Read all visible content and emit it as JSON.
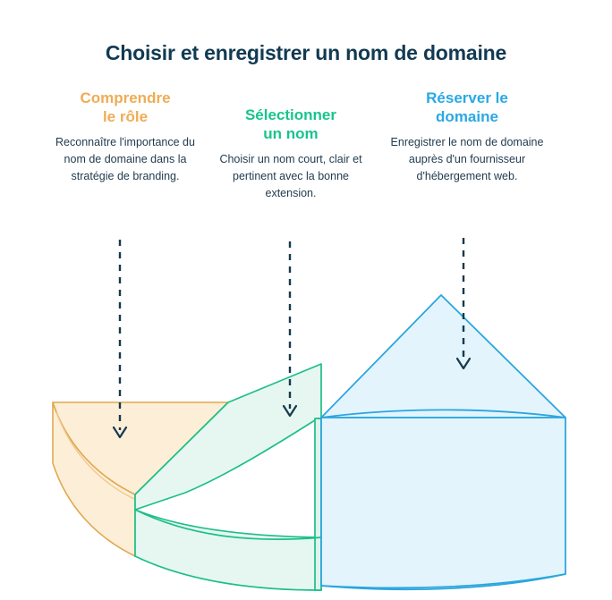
{
  "title": "Choisir et enregistrer un nom de domaine",
  "colors": {
    "title": "#123a52",
    "body_text": "#1f3a4d",
    "orange_accent": "#efac55",
    "orange_stroke": "#e0a84f",
    "orange_fill": "#fdeed8",
    "green_accent": "#18c48d",
    "green_stroke": "#1cbf87",
    "green_fill": "#e6f7f1",
    "blue_accent": "#2aa8e4",
    "blue_stroke": "#2ba6dd",
    "blue_fill": "#e3f4fd",
    "arrow": "#16394d",
    "background": "#ffffff"
  },
  "steps": [
    {
      "id": "step-1",
      "heading": "Comprendre\nle rôle",
      "heading_line_1": "Comprendre",
      "heading_line_2": "le rôle",
      "body": "Reconnaître l'importance du nom de domaine dans la stratégie de branding.",
      "color": "#efac55",
      "arrow_name": "arrow-down-step-1"
    },
    {
      "id": "step-2",
      "heading": "Sélectionner\nun nom",
      "heading_line_1": "Sélectionner",
      "heading_line_2": "un nom",
      "body": "Choisir un nom court, clair et pertinent avec la bonne extension.",
      "color": "#18c48d",
      "arrow_name": "arrow-down-step-2"
    },
    {
      "id": "step-3",
      "heading": "Réserver le\ndomaine",
      "heading_line_1": "Réserver le",
      "heading_line_2": "domaine",
      "body": "Enregistrer le nom de domaine auprès d'un fournisseur d'hébergement web.",
      "color": "#2aa8e4",
      "arrow_name": "arrow-down-step-3"
    }
  ],
  "diagram": {
    "type": "tiered-cone-3d",
    "description": "Coupe isométrique d'un cône à trois paliers concentriques",
    "tiers": [
      {
        "name": "tier-outer-orange",
        "step": 1,
        "position": "outer"
      },
      {
        "name": "tier-middle-green",
        "step": 2,
        "position": "middle"
      },
      {
        "name": "tier-inner-blue",
        "step": 3,
        "position": "inner-apex"
      }
    ]
  }
}
